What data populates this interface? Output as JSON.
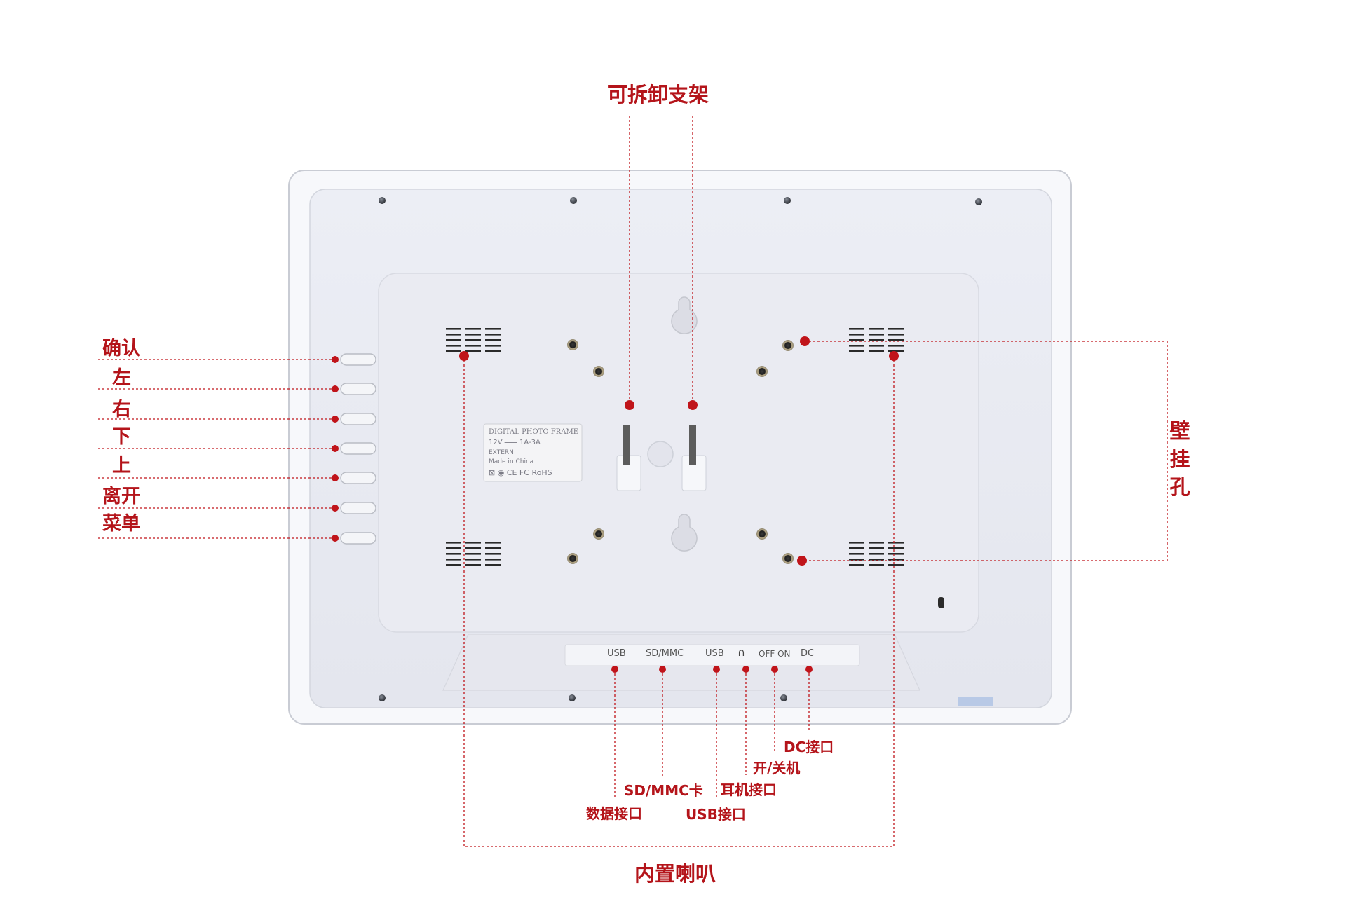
{
  "title": "可拆卸支架",
  "bottom_title": "内置喇叭",
  "side_label": "壁挂孔",
  "left_buttons": [
    "确认",
    "左",
    "右",
    "下",
    "上",
    "离开",
    "菜单"
  ],
  "ports_printed": [
    "USB",
    "SD/MMC",
    "USB",
    "OFF ON",
    "DC"
  ],
  "port_callouts": {
    "dc": "DC接口",
    "power": "开/关机",
    "earphone": "耳机接口",
    "sd": "SD/MMC卡",
    "usb": "USB接口",
    "data": "数据接口"
  },
  "nameplate": {
    "line1": "DIGITAL PHOTO FRAME",
    "line2": "12V ═══ 1A-3A",
    "line3": "EXTERN",
    "line4": "Made in China",
    "marks": "⊠ ◉ CE FC RoHS"
  },
  "colors": {
    "accent": "#c0141a",
    "frame": "#d2d4dc",
    "panel": "#e9eaf1"
  }
}
